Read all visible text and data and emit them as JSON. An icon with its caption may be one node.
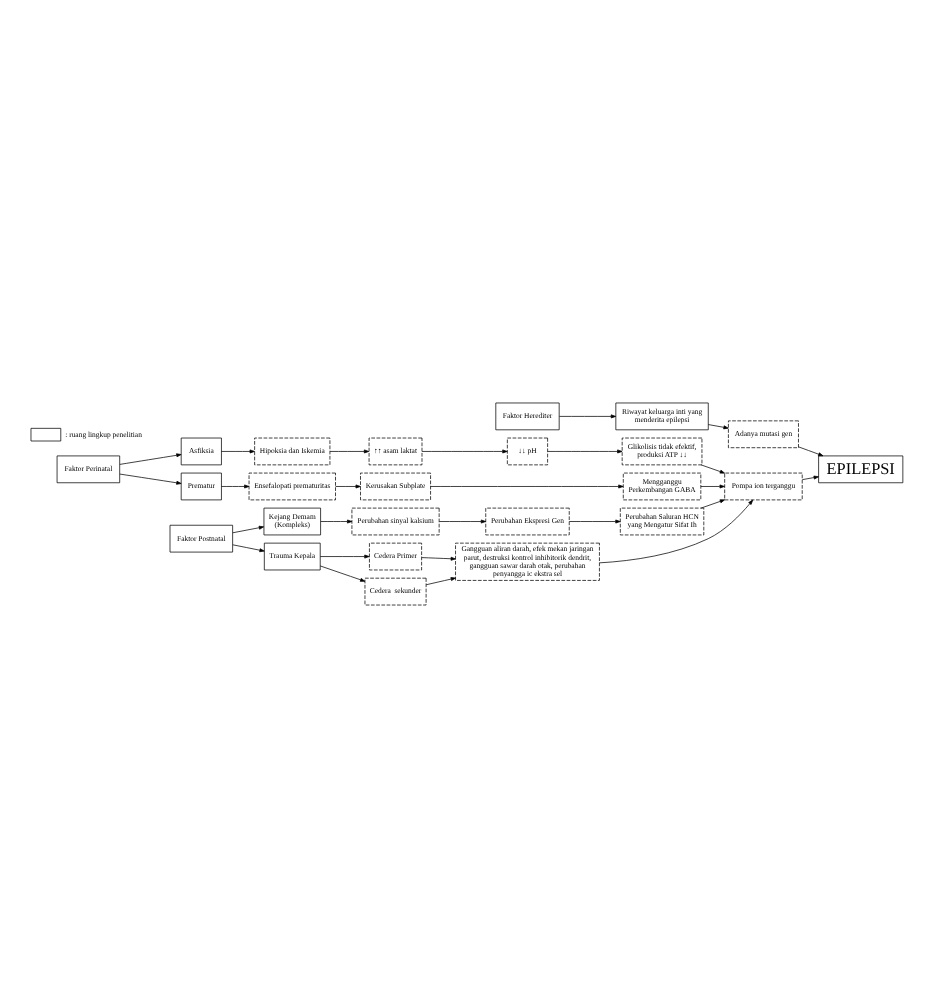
{
  "diagram": {
    "nodes": [
      {
        "text": [
          "Faktor Herediter"
        ]
      },
      {
        "text": [
          "Riwayat keluarga inti yang menderita epilepsi"
        ]
      },
      {
        "text": [
          "Adanya mutasi gen"
        ]
      },
      {
        "text": [
          "Faktor Perinatal"
        ]
      },
      {
        "text": [
          "Asfiksia"
        ]
      },
      {
        "text": [
          "Hipoksia dan Iskemia"
        ]
      },
      {
        "text": [
          "↑↑ asam laktat"
        ]
      },
      {
        "text": [
          "↓↓ pH"
        ]
      },
      {
        "text": [
          "Glikolisis tidak efektif, produksi ATP ↓↓"
        ]
      },
      {
        "text": [
          "Pompa ion terganggu"
        ]
      },
      {
        "text": [
          "EPILEPSI"
        ]
      },
      {
        "text": [
          "Prematur"
        ]
      },
      {
        "text": [
          "Ensefalopati prematuritas"
        ]
      },
      {
        "text": [
          "Kerusakan Subplate"
        ]
      },
      {
        "text": [
          "Mengganggu Perkembangan GABA"
        ]
      },
      {
        "text": [
          "Faktor Postnatal"
        ]
      },
      {
        "text": [
          "Kejang Demam (Kompleks)"
        ]
      },
      {
        "text": [
          "Perubahan sinyal kalsium"
        ]
      },
      {
        "text": [
          "Perubahan Ekspresi Gen"
        ]
      },
      {
        "text": [
          "Perubahan Saluran HCN yang Mengatur Sifat Ih"
        ]
      },
      {
        "text": [
          "Trauma Kepala"
        ]
      },
      {
        "text": [
          "Cedera Primer"
        ]
      },
      {
        "text": [
          "Cedera  sekunder"
        ]
      },
      {
        "text": [
          "Gangguan aliran darah, efek mekan jaringan parut, destruksi kontrol inhibitorik dendrit, gangguan sawar darah otak, perubahan penyangga ic ekstra sel"
        ]
      }
    ],
    "edges": [
      {
        "from": 0,
        "to": 1,
        "arrow": "to"
      },
      {
        "from": 1,
        "to": 2,
        "arrow": "to"
      },
      {
        "from": 2,
        "to": 10,
        "arrow": "to"
      },
      {
        "from": 3,
        "to": 4,
        "arrow": "to"
      },
      {
        "from": 3,
        "to": 11,
        "arrow": "to"
      },
      {
        "from": 4,
        "to": 5,
        "arrow": "to"
      },
      {
        "from": 5,
        "to": 6,
        "arrow": "to"
      },
      {
        "from": 6,
        "to": 7,
        "arrow": "to"
      },
      {
        "from": 7,
        "to": 8,
        "arrow": "to"
      },
      {
        "from": 8,
        "to": 9,
        "arrow": "to"
      },
      {
        "from": 9,
        "to": 10,
        "arrow": "to"
      },
      {
        "from": 11,
        "to": 12,
        "arrow": "to"
      },
      {
        "from": 12,
        "to": 13,
        "arrow": "to"
      },
      {
        "from": 13,
        "to": 14,
        "arrow": "to"
      },
      {
        "from": 14,
        "to": 9,
        "arrow": "to"
      },
      {
        "from": 15,
        "to": 16,
        "arrow": "to"
      },
      {
        "from": 15,
        "to": 20,
        "arrow": "to"
      },
      {
        "from": 16,
        "to": 17,
        "arrow": "to"
      },
      {
        "from": 17,
        "to": 18,
        "arrow": "to"
      },
      {
        "from": 18,
        "to": 19,
        "arrow": "to"
      },
      {
        "from": 19,
        "to": 9,
        "arrow": "to"
      },
      {
        "from": 20,
        "to": 21,
        "arrow": "to"
      },
      {
        "from": 20,
        "to": 22,
        "arrow": "to"
      },
      {
        "from": 21,
        "to": 23,
        "arrow": "to"
      },
      {
        "from": 22,
        "to": 23,
        "arrow": "to"
      },
      {
        "from": 23,
        "to": 9,
        "arrow": "to"
      }
    ],
    "legend": [
      {
        "text": ": ruang lingkup penelitian"
      }
    ]
  }
}
